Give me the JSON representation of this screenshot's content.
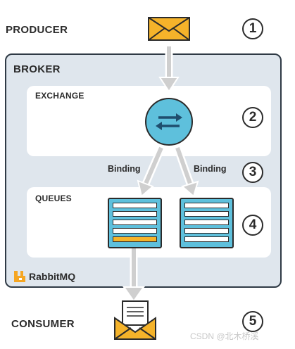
{
  "producer": {
    "label": "PRODUCER",
    "step": "1"
  },
  "broker": {
    "label": "BROKER",
    "logo_text": "RabbitMQ",
    "exchange": {
      "label": "EXCHANGE",
      "step": "2"
    },
    "bindings": {
      "left_label": "Binding",
      "right_label": "Binding",
      "step": "3"
    },
    "queues": {
      "label": "QUEUES",
      "step": "4"
    }
  },
  "consumer": {
    "label": "CONSUMER",
    "step": "5"
  },
  "watermark": "CSDN @北木桥溪",
  "icons": {
    "producer": "envelope-icon",
    "exchange": "swap-arrows-icon",
    "consumer": "open-envelope-letter-icon",
    "logo": "rabbitmq-logo-icon"
  },
  "colors": {
    "broker_bg": "#dfe6ed",
    "panel_bg": "#ffffff",
    "accent_blue": "#5ec0dc",
    "accent_orange": "#f5b32a",
    "arrow_gray": "#cfcfcf",
    "outline": "#2b2b2b"
  }
}
